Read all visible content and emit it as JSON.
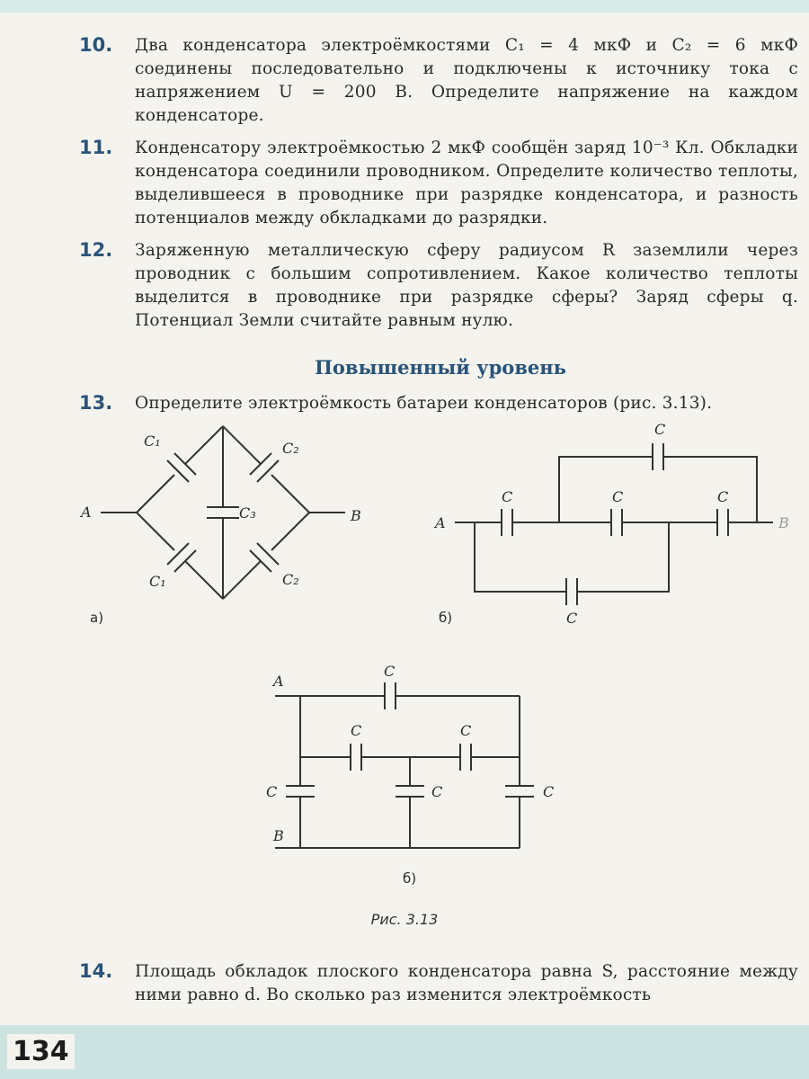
{
  "page_number": "134",
  "problems": [
    {
      "number": "10.",
      "text": "Два конденсатора электроёмкостями C₁ = 4 мкФ и C₂ = 6 мкФ соединены последовательно и подключены к источнику тока с напряжением U = 200 В. Определите напряжение на каждом конденсаторе."
    },
    {
      "number": "11.",
      "text": "Конденсатору электроёмкостью 2 мкФ сообщён заряд 10⁻³ Кл. Обкладки конденсатора соединили проводником. Определите количество теплоты, выделившееся в проводнике при разрядке конденсатора, и разность потенциалов между обкладками до разрядки."
    },
    {
      "number": "12.",
      "text": "Заряженную металлическую сферу радиусом R заземлили через проводник с большим сопротивлением. Какое количество теплоты выделится в проводнике при разрядке сферы? Заряд сферы q. Потенциал Земли считайте равным нулю."
    },
    {
      "number": "13.",
      "text": "Определите электроёмкость батареи конденсаторов (рис. 3.13)."
    },
    {
      "number": "14.",
      "text": "Площадь обкладок плоского конденсатора равна S, расстояние между ними равно d. Во сколько раз изменится электроёмкость"
    }
  ],
  "section_heading": "Повышенный уровень",
  "figure": {
    "caption": "Рис. 3.13",
    "panel_a": {
      "label": "а)",
      "node_a": "A",
      "node_b": "B",
      "c1_top": "C₁",
      "c2_top": "C₂",
      "c3": "C₃",
      "c1_bottom": "C₁",
      "c2_bottom": "C₂"
    },
    "panel_b": {
      "label": "б)",
      "node_a": "A",
      "node_b": "B",
      "cap": "C"
    },
    "panel_c": {
      "label": "б)",
      "node_a": "A",
      "node_b": "B",
      "cap": "C"
    }
  }
}
